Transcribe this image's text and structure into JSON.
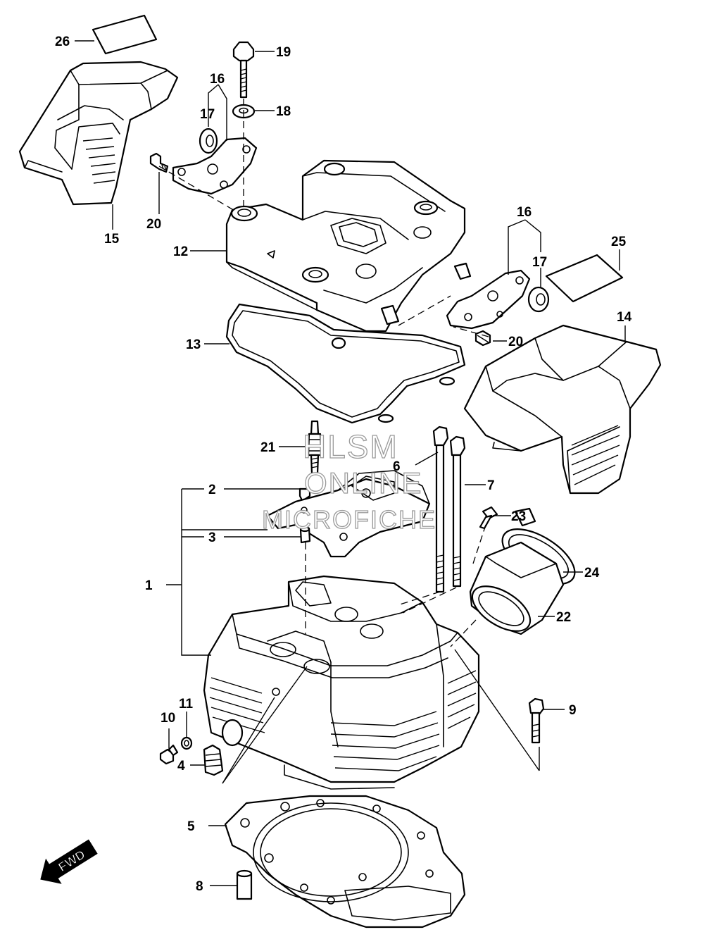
{
  "callouts": {
    "c1": "1",
    "c2": "2",
    "c3": "3",
    "c4": "4",
    "c5": "5",
    "c6": "6",
    "c7": "7",
    "c8": "8",
    "c9": "9",
    "c10": "10",
    "c11": "11",
    "c12": "12",
    "c13": "13",
    "c14": "14",
    "c15": "15",
    "c16a": "16",
    "c16b": "16",
    "c17a": "17",
    "c17b": "17",
    "c18": "18",
    "c19": "19",
    "c20a": "20",
    "c20b": "20",
    "c21": "21",
    "c22": "22",
    "c23": "23",
    "c24": "24",
    "c25": "25",
    "c26": "26"
  },
  "watermark": {
    "line1": "HLSM",
    "line2": "ONLINE",
    "line3": "MICROFICHE"
  },
  "direction_badge": "FWD"
}
